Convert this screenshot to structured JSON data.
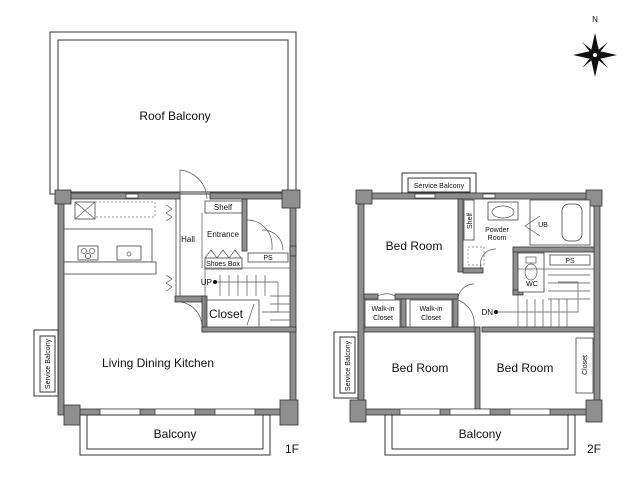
{
  "compass": {
    "label": "N"
  },
  "floor1": {
    "floor_label": "1F",
    "rooms": {
      "roof_balcony": "Roof Balcony",
      "shelf": "Shelf",
      "hall": "Hall",
      "entrance": "Entrance",
      "shoes_box": "Shoes Box",
      "ps": "PS",
      "up": "UP",
      "closet": "Closet",
      "ldk": "Living Dining Kitchen",
      "service_balcony": "Service Balcony",
      "balcony": "Balcony"
    }
  },
  "floor2": {
    "floor_label": "2F",
    "rooms": {
      "service_balcony_top": "Service Balcony",
      "bed_room_1": "Bed Room",
      "shelf": "Shelf",
      "powder_room_1": "Powder",
      "powder_room_2": "Room",
      "ub": "UB",
      "ps": "PS",
      "wc": "WC",
      "walkin_1a": "Walk-in",
      "walkin_1b": "Closet",
      "walkin_2a": "Walk-in",
      "walkin_2b": "Closet",
      "dn": "DN",
      "bed_room_2": "Bed Room",
      "bed_room_3": "Bed Room",
      "closet": "Closet",
      "service_balcony_left": "Service Balcony",
      "balcony": "Balcony"
    }
  }
}
